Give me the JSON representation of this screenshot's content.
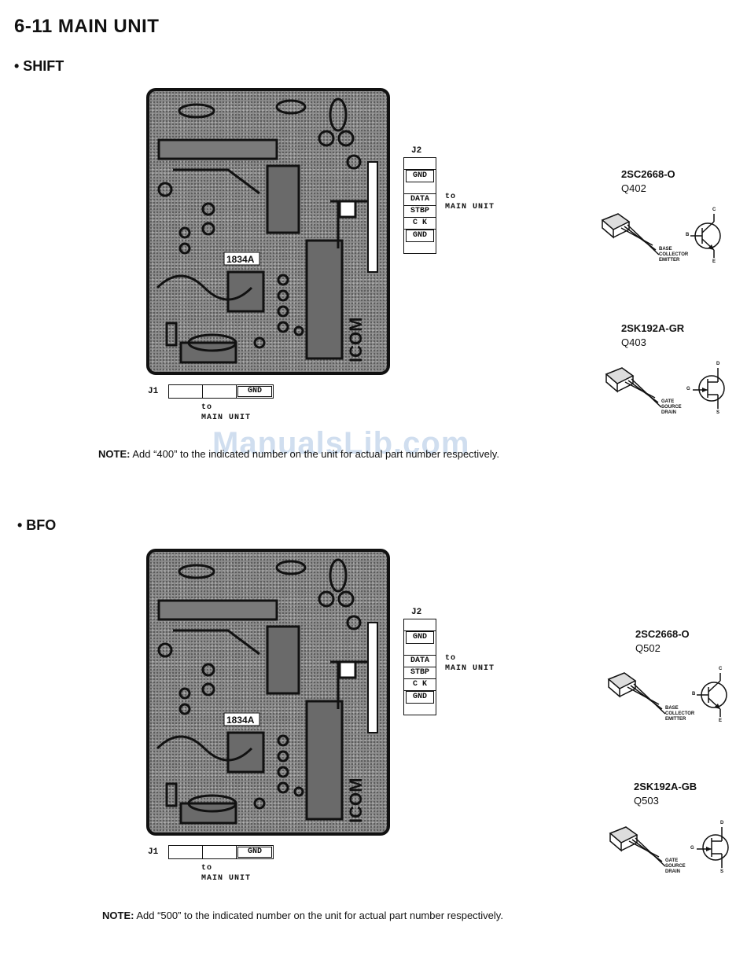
{
  "page": {
    "title": "6-11  MAIN UNIT"
  },
  "watermark": "ManualsLib.com",
  "sections": [
    {
      "title": "• SHIFT",
      "board_label": "1834A",
      "brand": "ICOM",
      "j2": {
        "label": "J2",
        "pins": [
          "",
          "GND",
          "",
          "DATA",
          "STBP",
          "C  K",
          "GND",
          ""
        ],
        "to_line1": "to",
        "to_line2": "MAIN UNIT"
      },
      "j1": {
        "label": "J1",
        "pins": [
          "",
          "",
          "GND"
        ],
        "to_line1": "to",
        "to_line2": "MAIN UNIT"
      },
      "note_prefix": "NOTE:",
      "note_text": "Add “400” to the indicated number on the unit for actual part number respectively.",
      "transistor": {
        "part": "2SC2668-O",
        "ref": "Q402",
        "pins": [
          "BASE",
          "COLLECTOR",
          "EMITTER"
        ],
        "sym": [
          "C",
          "B",
          "E"
        ]
      },
      "fet": {
        "part": "2SK192A-GR",
        "ref": "Q403",
        "pins": [
          "GATE",
          "SOURCE",
          "DRAIN"
        ],
        "sym": [
          "D",
          "G",
          "S"
        ]
      }
    },
    {
      "title": "• BFO",
      "board_label": "1834A",
      "brand": "ICOM",
      "j2": {
        "label": "J2",
        "pins": [
          "",
          "GND",
          "",
          "DATA",
          "STBP",
          "C  K",
          "GND",
          ""
        ],
        "to_line1": "to",
        "to_line2": "MAIN UNIT"
      },
      "j1": {
        "label": "J1",
        "pins": [
          "",
          "",
          "GND"
        ],
        "to_line1": "to",
        "to_line2": "MAIN UNIT"
      },
      "note_prefix": "NOTE:",
      "note_text": "Add “500” to the indicated number on the unit for actual part number respectively.",
      "transistor": {
        "part": "2SC2668-O",
        "ref": "Q502",
        "pins": [
          "BASE",
          "COLLECTOR",
          "EMITTER"
        ],
        "sym": [
          "C",
          "B",
          "E"
        ]
      },
      "fet": {
        "part": "2SK192A-GB",
        "ref": "Q503",
        "pins": [
          "GATE",
          "SOURCE",
          "DRAIN"
        ],
        "sym": [
          "D",
          "G",
          "S"
        ]
      }
    }
  ]
}
